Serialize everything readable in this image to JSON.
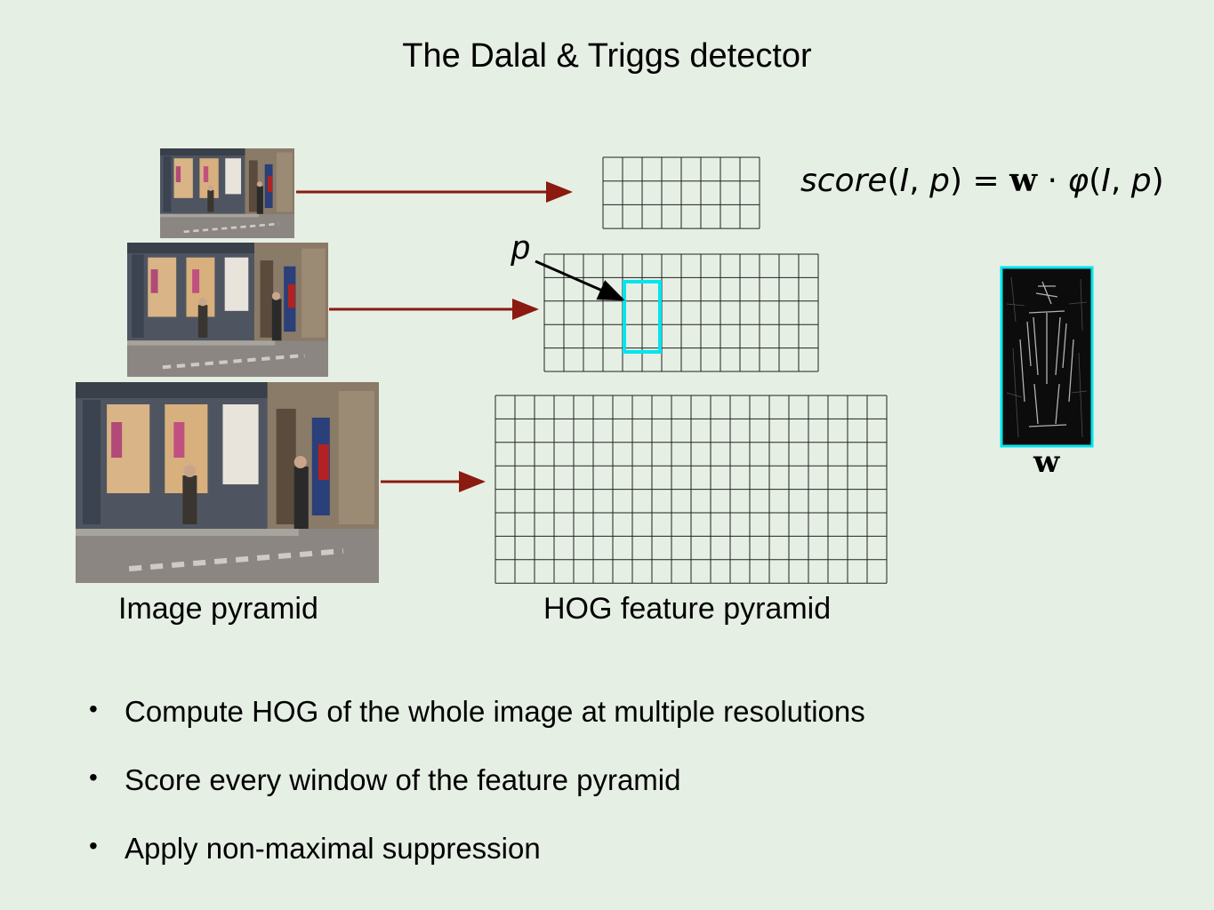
{
  "title": "The Dalal & Triggs detector",
  "formula": {
    "lhs": "score",
    "args_open": "(",
    "arg_I": "I",
    "arg_sep": ", ",
    "arg_p": "p",
    "args_close": ")",
    "equals": " = ",
    "w": "w",
    "dot": " · ",
    "phi": "φ"
  },
  "labels": {
    "p": "p",
    "w": "w",
    "image_pyramid": "Image pyramid",
    "hog_pyramid": "HOG feature pyramid"
  },
  "grids": [
    {
      "cols": 8,
      "rows": 3
    },
    {
      "cols": 14,
      "rows": 5
    },
    {
      "cols": 20,
      "rows": 8
    }
  ],
  "colors": {
    "background": "#e6efe4",
    "arrow": "#8b1a10",
    "highlight": "#00e5ee"
  },
  "bullets": [
    "Compute HOG of the whole image at multiple resolutions",
    "Score every window of the feature pyramid",
    "Apply non-maximal suppression"
  ]
}
